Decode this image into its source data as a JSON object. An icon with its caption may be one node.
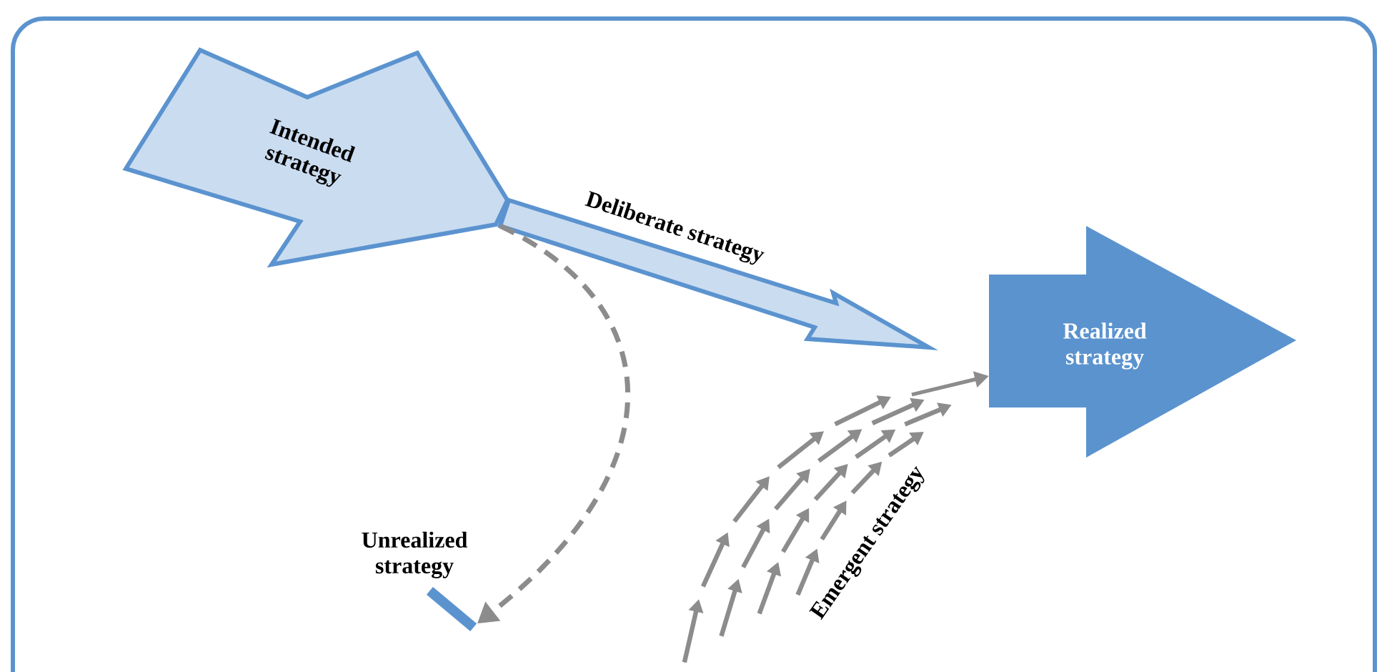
{
  "diagram": {
    "nodes": [
      {
        "text": [
          "Intended strategy"
        ]
      },
      {
        "text": [
          "Realized strategy"
        ]
      },
      {
        "text": [],
        "shape": "bar",
        "beside": [
          "Unrealized strategy"
        ]
      }
    ],
    "edges": [
      {
        "from": 0,
        "to": 1,
        "arrow": "to",
        "label": "Deliberate strategy",
        "style": "thick",
        "color": "#5b93cf"
      },
      {
        "from": 0,
        "to": 2,
        "arrow": "to",
        "style": "dashed"
      },
      {
        "from": null,
        "to": 1,
        "arrow": "to",
        "label": "Emergent strategy"
      }
    ]
  }
}
